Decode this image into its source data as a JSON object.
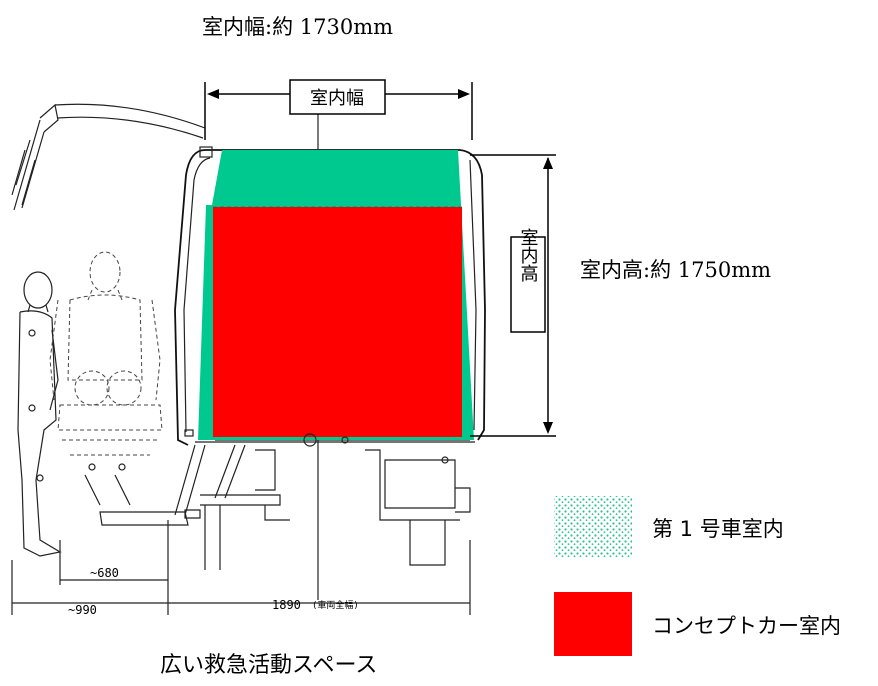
{
  "headline_width": "室内幅:約 1730mm",
  "headline_height": "室内高:約 1750mm",
  "tag_width": "室内幅",
  "tag_height": "室内高",
  "dim_680": "~680",
  "dim_990": "~990",
  "dim_1890": "1890",
  "dim_1890_note": "(車両全幅)",
  "caption": "広い救急活動スペース",
  "legend": {
    "items": [
      {
        "label": "第 1 号車室内",
        "swatch": "dotted-teal",
        "color": "#2fbf8f"
      },
      {
        "label": "コンセプトカー室内",
        "swatch": "solid-red",
        "color": "#ff0000"
      }
    ]
  },
  "colors": {
    "teal": "#00c98f",
    "red": "#ff0000",
    "line": "#111111"
  }
}
